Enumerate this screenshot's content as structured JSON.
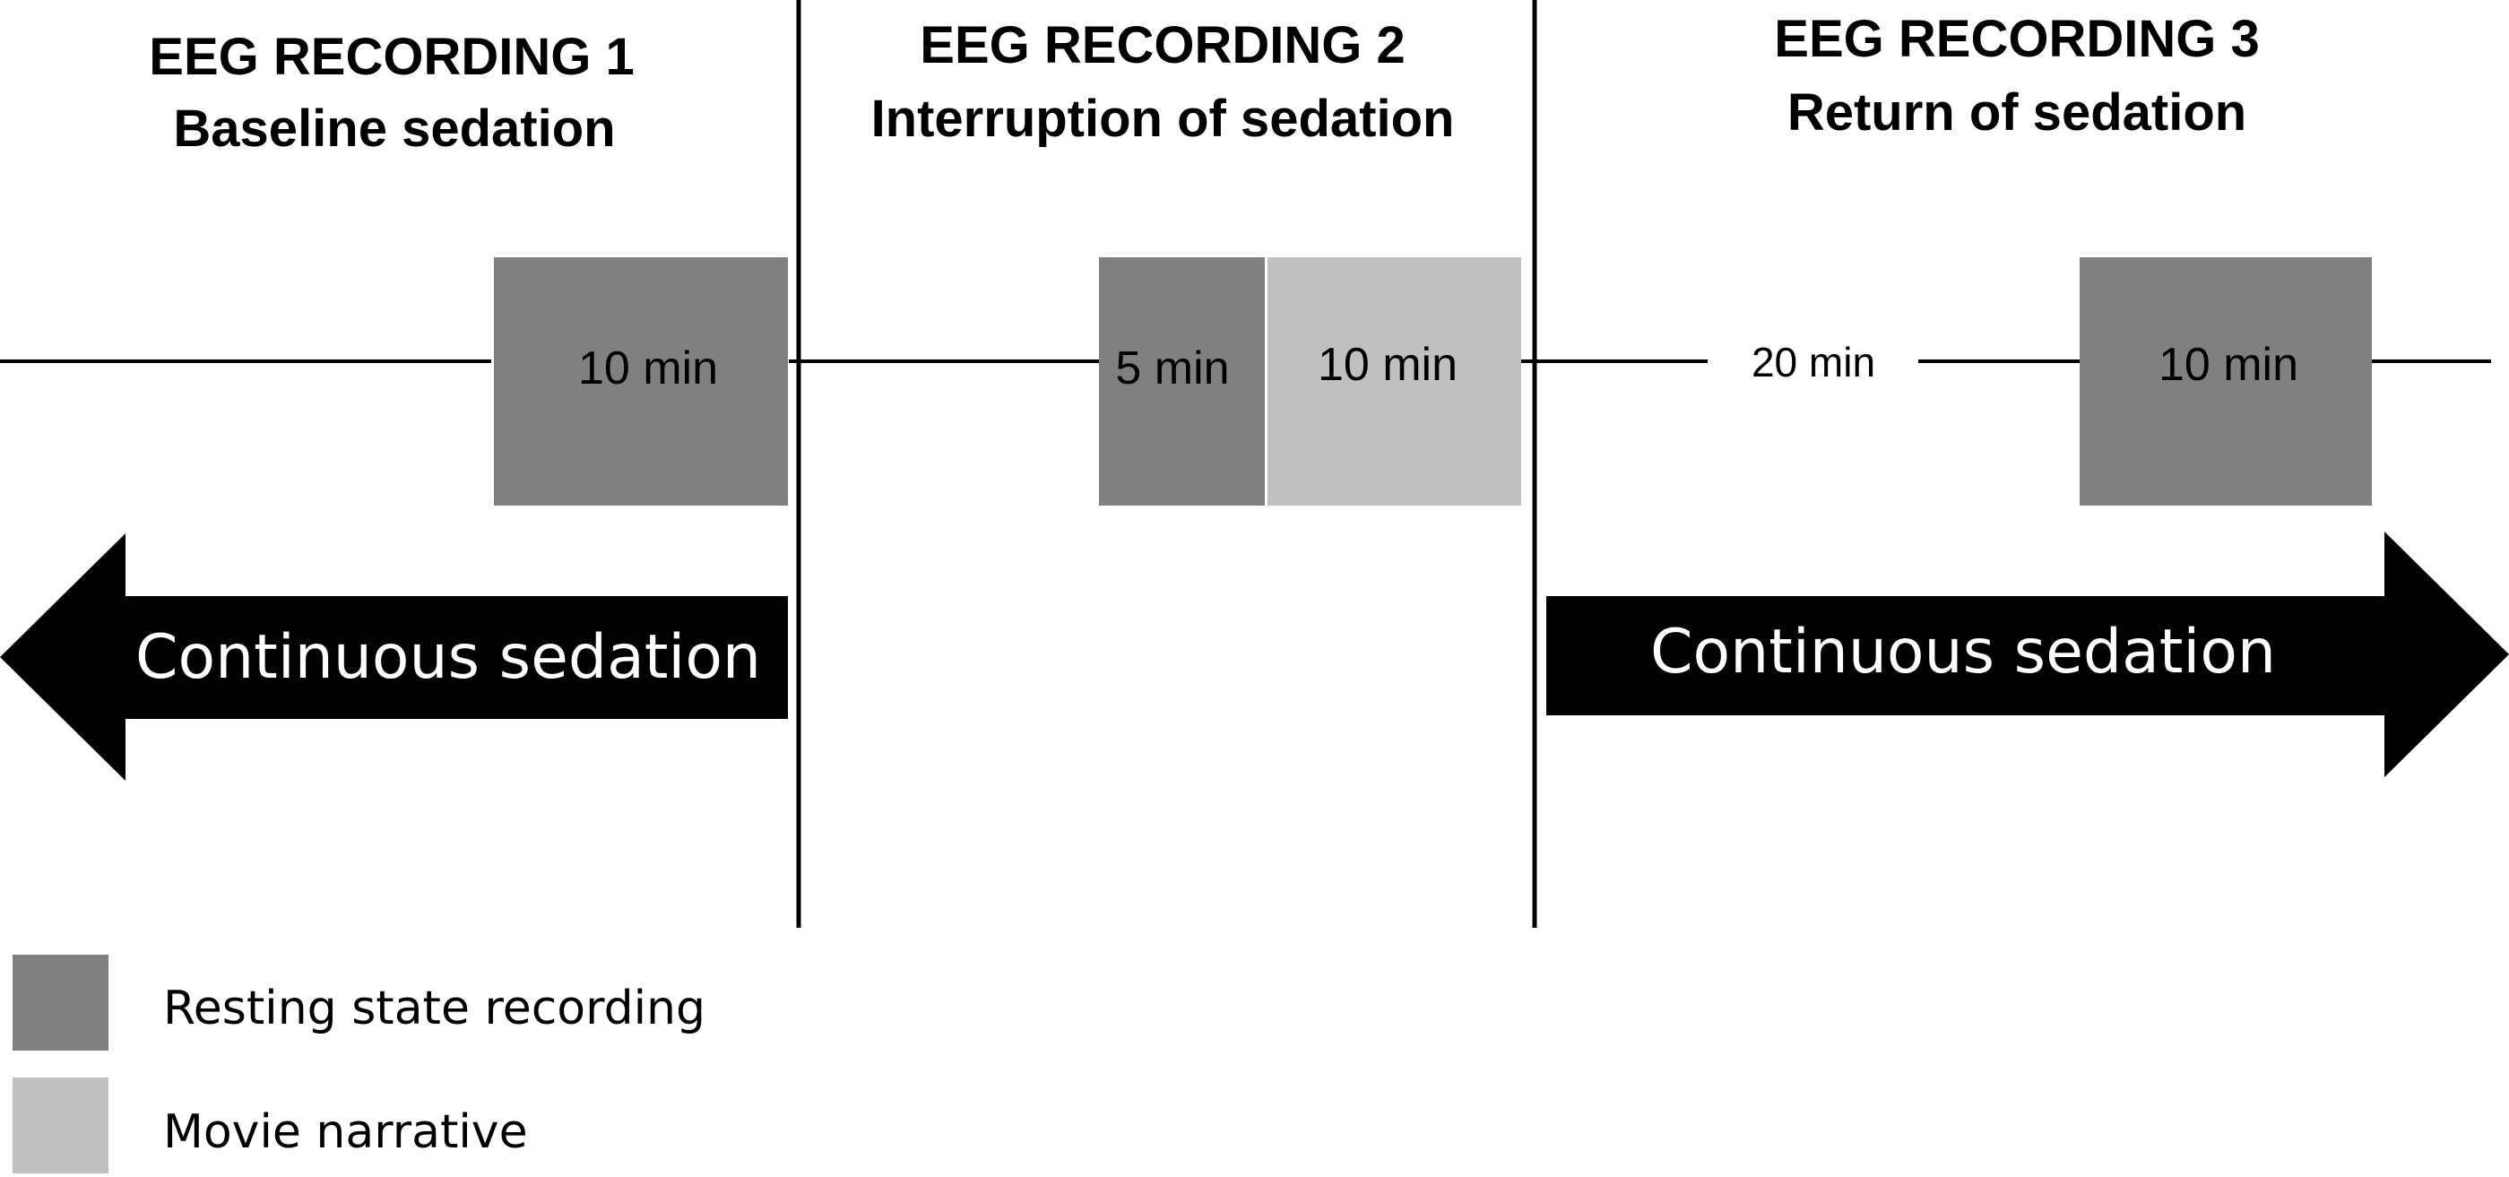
{
  "colors": {
    "resting": "#808080",
    "movie": "#c0c0c0",
    "line": "#000000",
    "arrow": "#000000",
    "background": "#ffffff"
  },
  "sections": [
    {
      "title": "EEG RECORDING 1",
      "subtitle": "Baseline sedation"
    },
    {
      "title": "EEG RECORDING 2",
      "subtitle": "Interruption of sedation"
    },
    {
      "title": "EEG RECORDING 3",
      "subtitle": "Return of sedation"
    }
  ],
  "blocks": [
    {
      "label": "10 min",
      "kind": "resting"
    },
    {
      "label": "5 min",
      "kind": "resting"
    },
    {
      "label": "10 min",
      "kind": "movie"
    },
    {
      "label": "10 min",
      "kind": "resting"
    }
  ],
  "gap_label": "20 min",
  "arrows": [
    {
      "label": "Continuous sedation",
      "direction": "left"
    },
    {
      "label": "Continuous sedation",
      "direction": "right"
    }
  ],
  "legend": [
    {
      "label": "Resting state recording",
      "kind": "resting"
    },
    {
      "label": "Movie narrative",
      "kind": "movie"
    }
  ]
}
